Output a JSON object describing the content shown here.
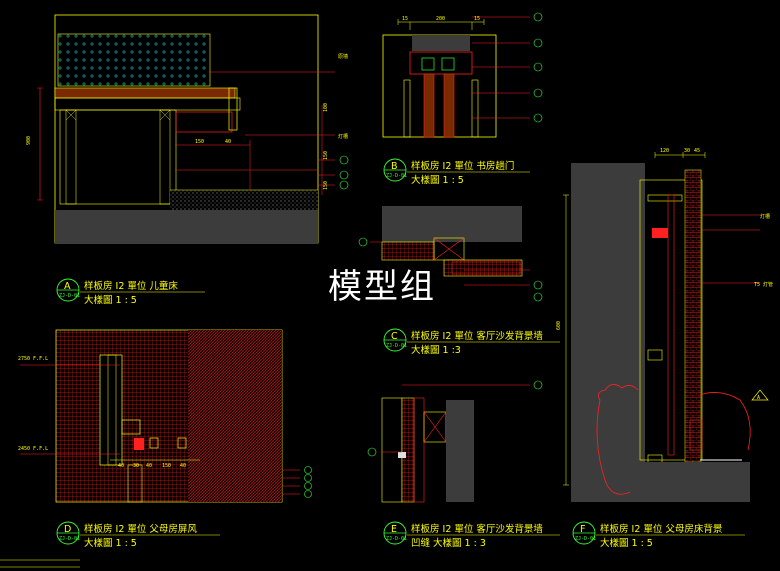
{
  "watermark": "模型组",
  "details": [
    {
      "letter": "A",
      "line1": "样板房 I2 單位 儿童床",
      "line2": "大樣圖 1 : 5"
    },
    {
      "letter": "B",
      "line1": "样板房 I2 單位 书房趟门",
      "line2": "大樣圖 1 : 5"
    },
    {
      "letter": "C",
      "line1": "样板房 I2 單位 客厅沙发背景墙",
      "line2": "大樣圖 1 :3"
    },
    {
      "letter": "D",
      "line1": "样板房 I2 單位 父母房屏风",
      "line2": "大樣圖 1 : 5"
    },
    {
      "letter": "E",
      "line1": "样板房 I2 單位 客厅沙发背景墙",
      "line2": "凹缝 大樣圖 1 : 3"
    },
    {
      "letter": "F",
      "line1": "样板房 I2 單位 父母房床背景",
      "line2": "大樣圖 1 : 5"
    }
  ],
  "ref_code": "ZJ-D-01",
  "annotations": {
    "light": "灯槽",
    "wall": "原墙",
    "t5": "T5 灯管",
    "elev_top": "2750 F.F.L",
    "elev_mid": "2450 F.F.L",
    "warn": "A"
  },
  "dims": {
    "b_top": [
      "15",
      "200",
      "15"
    ],
    "a_mid": [
      "150",
      "40"
    ],
    "a_side": [
      "100",
      "150",
      "150"
    ],
    "a_left": "900",
    "d_row": [
      "40",
      "30",
      "40",
      "150",
      "40"
    ],
    "f_top": [
      "120",
      "30",
      "45"
    ],
    "f_side": "600"
  },
  "colors": {
    "line": "#ffff00",
    "red": "#ff2020",
    "green": "#33ff33",
    "cyan": "#00ffff",
    "panel": "#3c3c3c"
  }
}
